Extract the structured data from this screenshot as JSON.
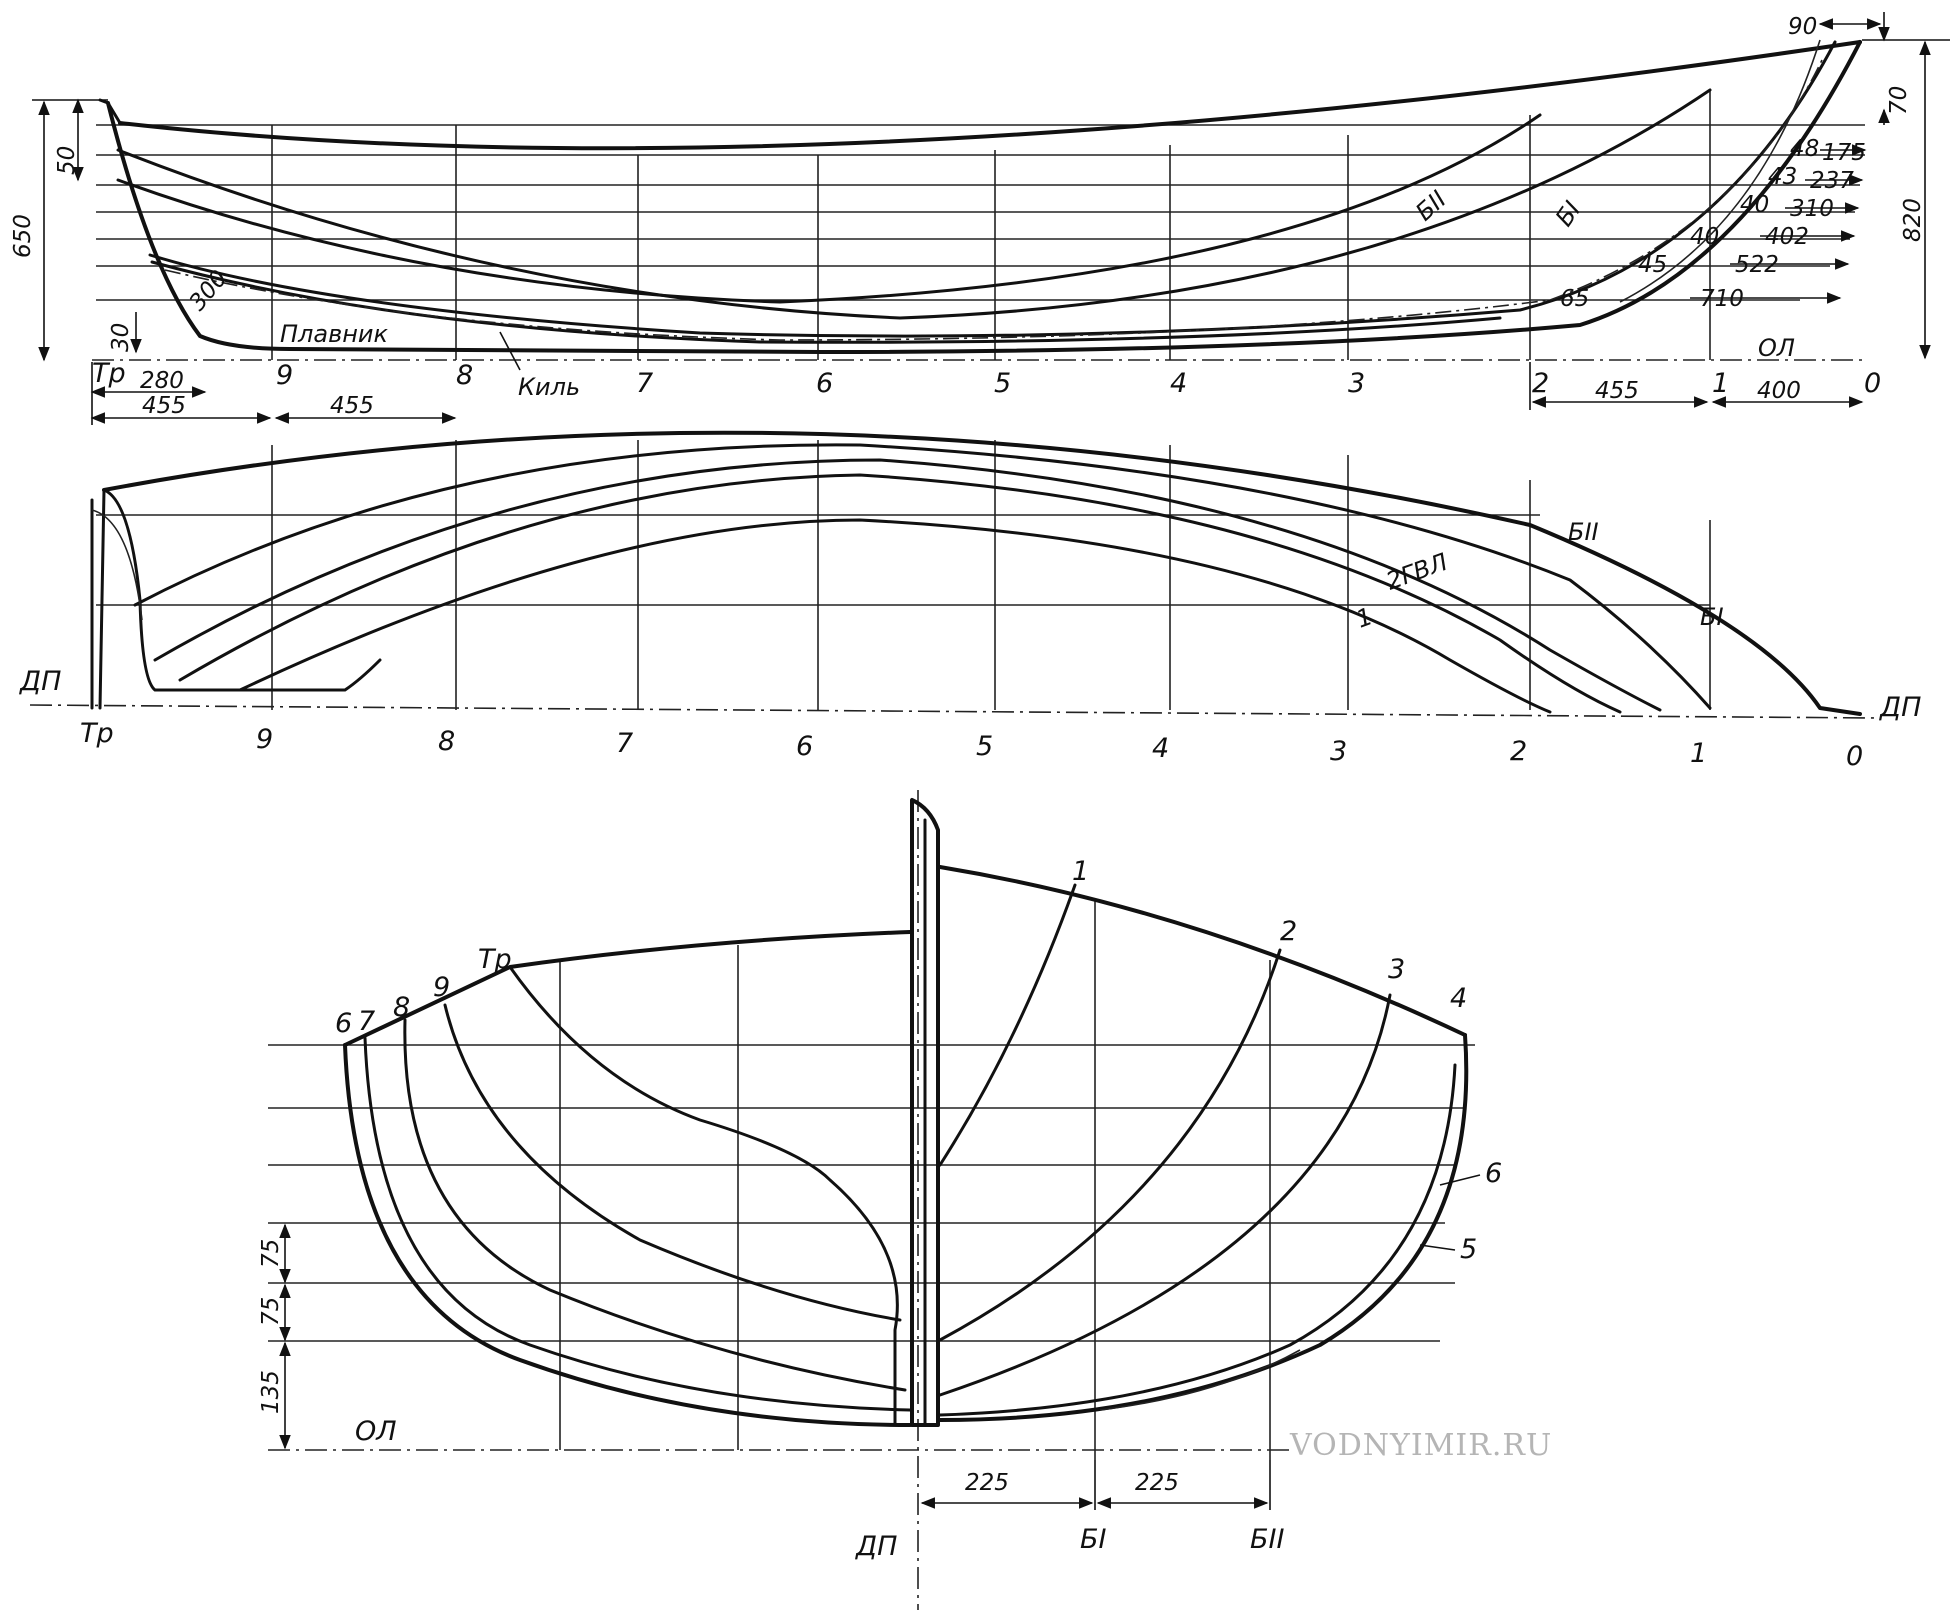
{
  "watermark": "VODNYIMIR.RU",
  "profile": {
    "frame_labels": [
      "Тр",
      "9",
      "8",
      "7",
      "6",
      "5",
      "4",
      "3",
      "2",
      "1",
      "0"
    ],
    "baseline_label": "ОЛ",
    "label_fin": "Плавник",
    "label_keel": "Киль",
    "label_buttock_1": "БI",
    "label_buttock_2": "БII",
    "dims": {
      "height_aft": "650",
      "sheer_aft": "50",
      "keel_aft": "30",
      "transom_280": "280",
      "aft_455_a": "455",
      "aft_455_b": "455",
      "fwd_455": "455",
      "fwd_400": "400",
      "height_fwd": "820",
      "stem_70": "70",
      "stem_90": "90",
      "radius": "300"
    },
    "stem_offsets": [
      "175",
      "237",
      "310",
      "402",
      "522",
      "710"
    ],
    "stem_thickness": [
      "48",
      "43",
      "40",
      "40",
      "45",
      "65"
    ]
  },
  "plan": {
    "frame_labels": [
      "Тр",
      "9",
      "8",
      "7",
      "6",
      "5",
      "4",
      "3",
      "2",
      "1",
      "0"
    ],
    "centerline_label": "ДП",
    "label_buttock_1": "БI",
    "label_buttock_2": "БII",
    "label_waterline": "2ГВЛ",
    "label_wl1": "1"
  },
  "body": {
    "aft_labels": [
      "6",
      "7",
      "8",
      "9",
      "Тр"
    ],
    "fwd_labels": [
      "1",
      "2",
      "3",
      "4"
    ],
    "fwd_side_labels": [
      "6",
      "5"
    ],
    "dims_vertical": [
      "75",
      "75",
      "135"
    ],
    "dims_horizontal": [
      "225",
      "225"
    ],
    "baseline_label": "ОЛ",
    "centerline_label": "ДП",
    "label_buttock_1": "БI",
    "label_buttock_2": "БII"
  }
}
